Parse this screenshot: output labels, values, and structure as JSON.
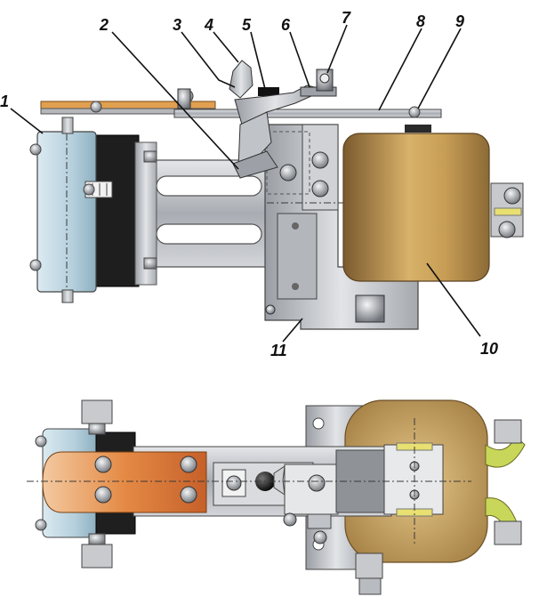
{
  "callouts": [
    {
      "id": "1",
      "text": "1"
    },
    {
      "id": "2",
      "text": "2"
    },
    {
      "id": "3",
      "text": "3"
    },
    {
      "id": "4",
      "text": "4"
    },
    {
      "id": "5",
      "text": "5"
    },
    {
      "id": "6",
      "text": "6"
    },
    {
      "id": "7",
      "text": "7"
    },
    {
      "id": "8",
      "text": "8"
    },
    {
      "id": "9",
      "text": "9"
    },
    {
      "id": "10",
      "text": "10"
    },
    {
      "id": "11",
      "text": "11"
    }
  ],
  "colors": {
    "steel": "#c4c6ca",
    "steel_dark": "#8e9196",
    "blue_steel": "#b9d3e0",
    "coil": "#c9a55a",
    "coil_dark": "#8a6a38",
    "copper_strip": "#d68a3a",
    "copper_bar": "#e07a3a",
    "yellow_insulator": "#e8e070",
    "black": "#1c1c1c",
    "nut": "#b0b3b8"
  }
}
